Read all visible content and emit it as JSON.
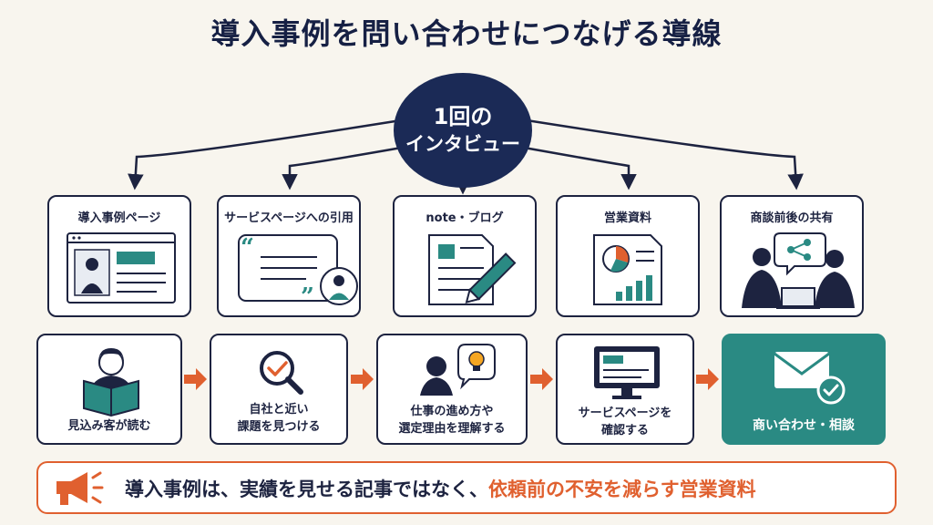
{
  "title": "導入事例を問い合わせにつなげる導線",
  "center": {
    "line1": "1回の",
    "line2": "インタビュー"
  },
  "channels": [
    {
      "label": "導入事例ページ"
    },
    {
      "label": "サービスページへの引用"
    },
    {
      "label": "note・ブログ"
    },
    {
      "label": "営業資料"
    },
    {
      "label": "商談前後の共有"
    }
  ],
  "steps": [
    {
      "line1": "見込み客が読む",
      "line2": ""
    },
    {
      "line1": "自社と近い",
      "line2": "課題を見つける"
    },
    {
      "line1": "仕事の進め方や",
      "line2": "選定理由を理解する"
    },
    {
      "line1": "サービスページを",
      "line2": "確認する"
    },
    {
      "line1": "商い合わせ・相談",
      "line2": ""
    }
  ],
  "banner": {
    "text": "導入事例は、実績を見せる記事ではなく、",
    "accent": "依頼前の不安を減らす営業資料"
  },
  "colors": {
    "navy": "#1b2a56",
    "teal": "#2a8a83",
    "orange": "#e0602f",
    "background": "#f8f5ee"
  }
}
